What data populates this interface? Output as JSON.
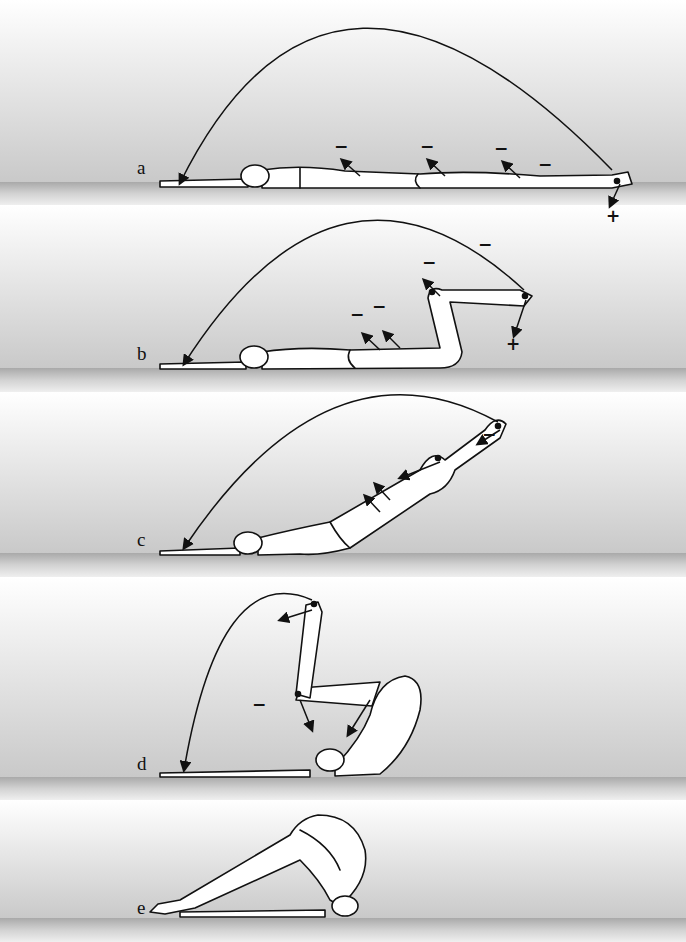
{
  "diagram": {
    "labels": [
      "a",
      "−",
      "−",
      "−",
      "−",
      "+",
      "b",
      "−",
      "−",
      "−",
      "−",
      "+",
      "c",
      "−",
      "d",
      "−",
      "e"
    ]
  }
}
